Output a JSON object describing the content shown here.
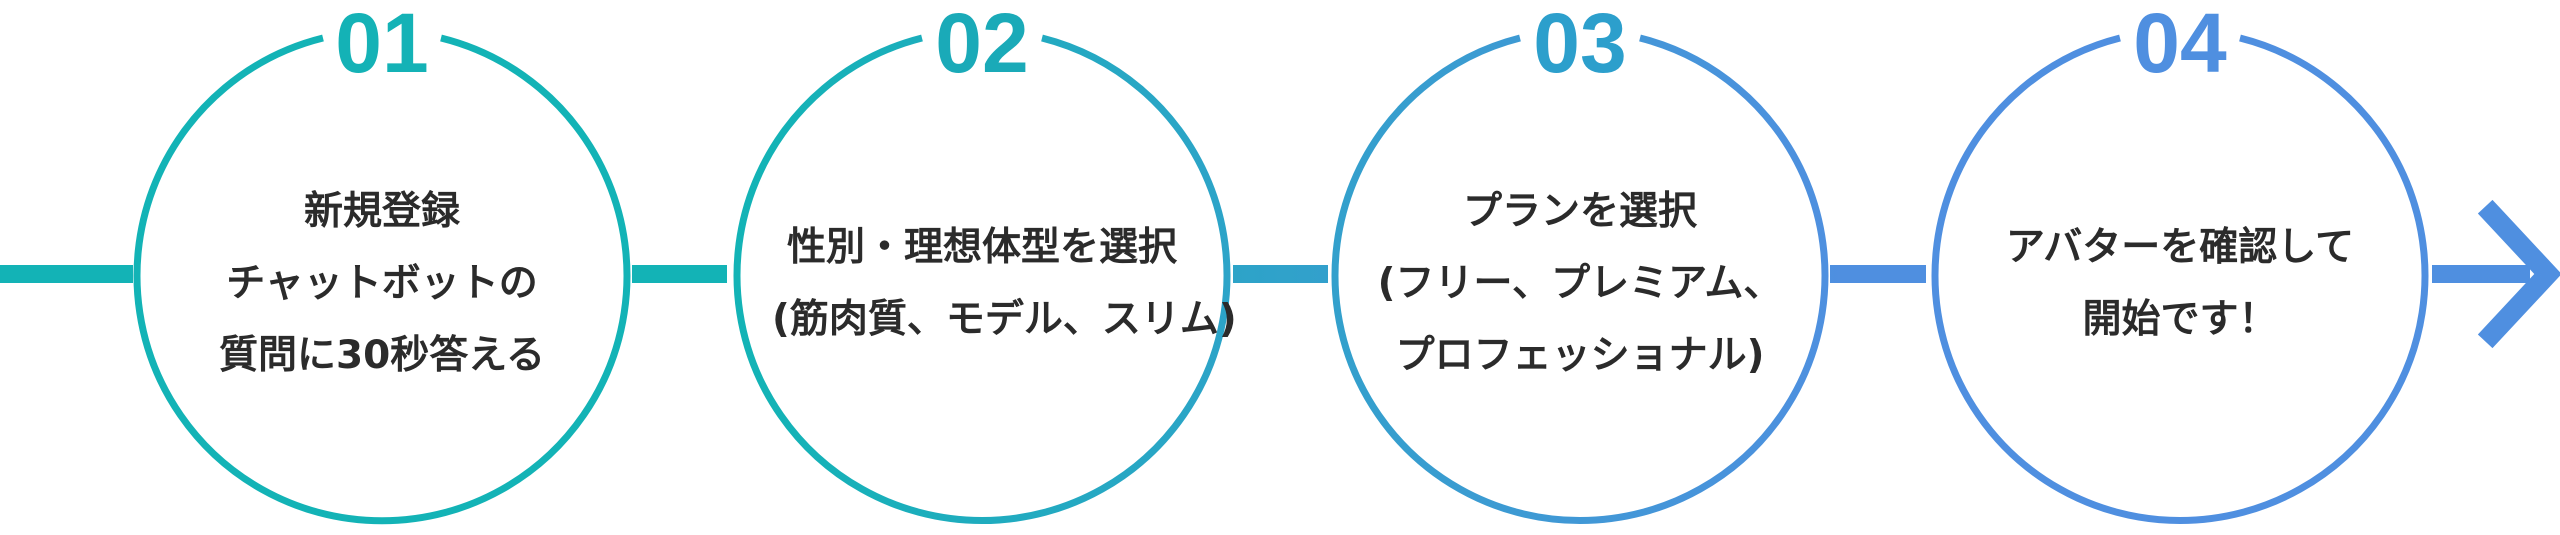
{
  "colors": {
    "teal": "#13b3b6",
    "blue": "#4f8fe0",
    "text": "#2b2b2b"
  },
  "steps": [
    {
      "number": "01",
      "lines": [
        "新規登録",
        "チャットボットの",
        "質問に30秒答える"
      ]
    },
    {
      "number": "02",
      "lines": [
        "性別・理想体型を選択",
        "(筋肉質、モデル、スリム)"
      ]
    },
    {
      "number": "03",
      "lines": [
        "プランを選択",
        "(フリー、プレミアム、",
        "プロフェッショナル)"
      ]
    },
    {
      "number": "04",
      "lines": [
        "アバターを確認して",
        "開始です！"
      ]
    }
  ]
}
